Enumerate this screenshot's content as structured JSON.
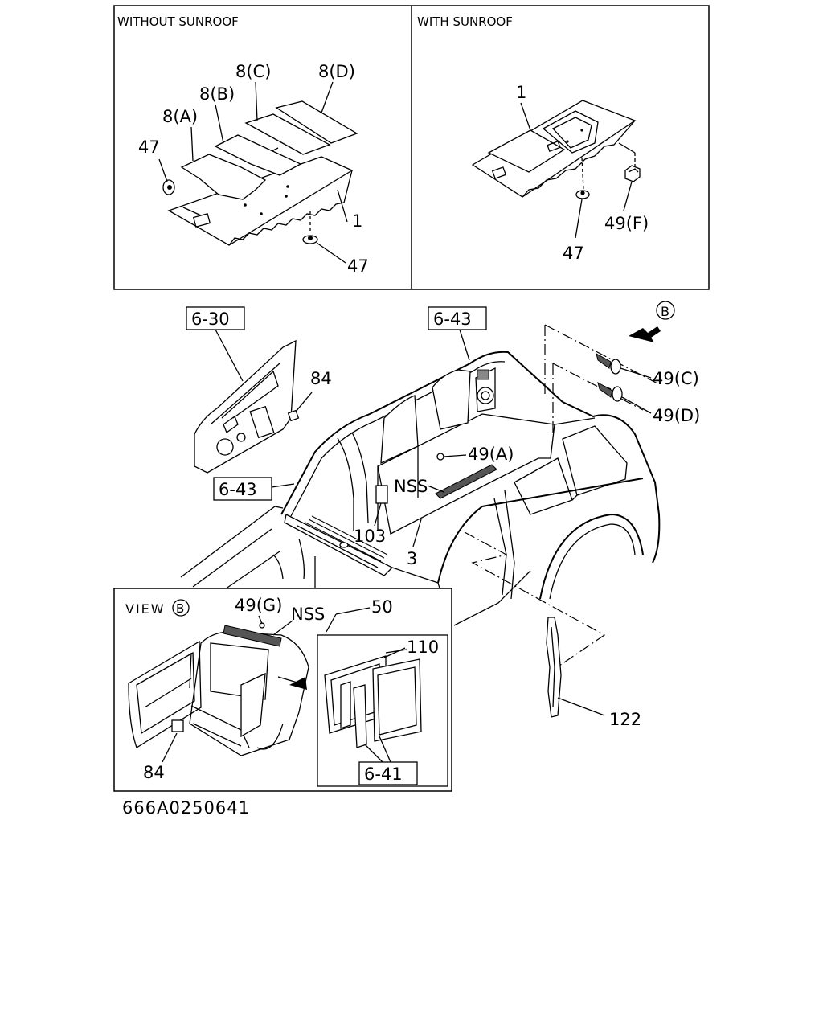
{
  "panels": {
    "without_sunroof": {
      "title": "WITHOUT SUNROOF",
      "labels": {
        "p8a": "8(A)",
        "p8b": "8(B)",
        "p8c": "8(C)",
        "p8d": "8(D)",
        "p47a": "47",
        "p47b": "47",
        "p1": "1"
      }
    },
    "with_sunroof": {
      "title": "WITH SUNROOF",
      "labels": {
        "p1": "1",
        "p47": "47",
        "p49f": "49(F)"
      }
    }
  },
  "main": {
    "labels": {
      "ref630": "6-30",
      "ref643a": "6-43",
      "ref643b": "6-43",
      "p84": "84",
      "p49c": "49(C)",
      "p49d": "49(D)",
      "p49a": "49(A)",
      "nss": "NSS",
      "p103": "103",
      "p3": "3",
      "p122": "122",
      "view_b": "B"
    }
  },
  "view_b": {
    "title": "VIEW",
    "marker": "B",
    "labels": {
      "p49g": "49(G)",
      "nss": "NSS",
      "p50": "50",
      "p110": "110",
      "p84": "84",
      "ref641": "6-41"
    }
  },
  "figure_code": "666A0250641"
}
